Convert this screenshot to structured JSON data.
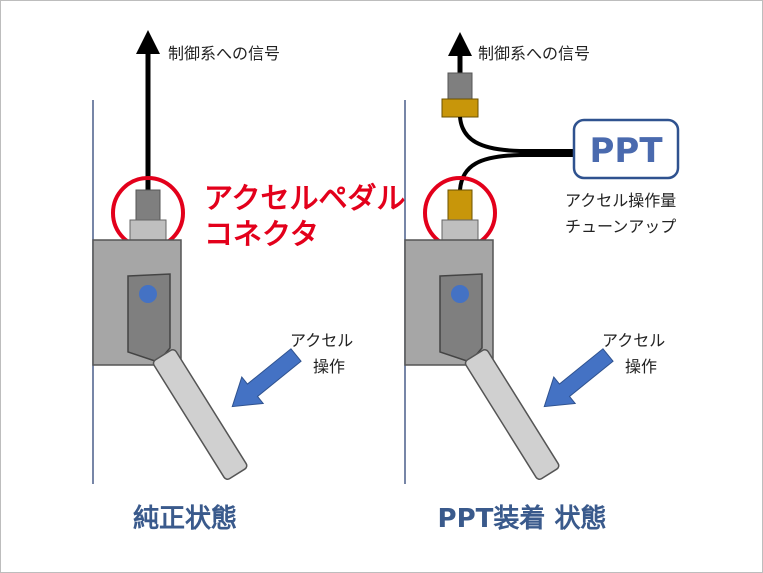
{
  "left": {
    "signal_label": "制御系への信号",
    "connector_label_1": "アクセルペダル",
    "connector_label_2": "コネクタ",
    "accel_label_1": "アクセル",
    "accel_label_2": "操作",
    "caption": "純正状態"
  },
  "right": {
    "signal_label": "制御系への信号",
    "ppt_label": "PPT",
    "tuneup_label_1": "アクセル操作量",
    "tuneup_label_2": "チューンアップ",
    "accel_label_1": "アクセル",
    "accel_label_2": "操作",
    "caption": "PPT装着 状態"
  },
  "colors": {
    "highlight_red": "#e3001b",
    "arrow_blue": "#4472c4",
    "caption_blue": "#3a5a8c",
    "ppt_blue": "#4a6aae",
    "connector_gold": "#c8960a",
    "body_gray": "#a6a6a6",
    "pedal_gray": "#d0d0d0"
  }
}
